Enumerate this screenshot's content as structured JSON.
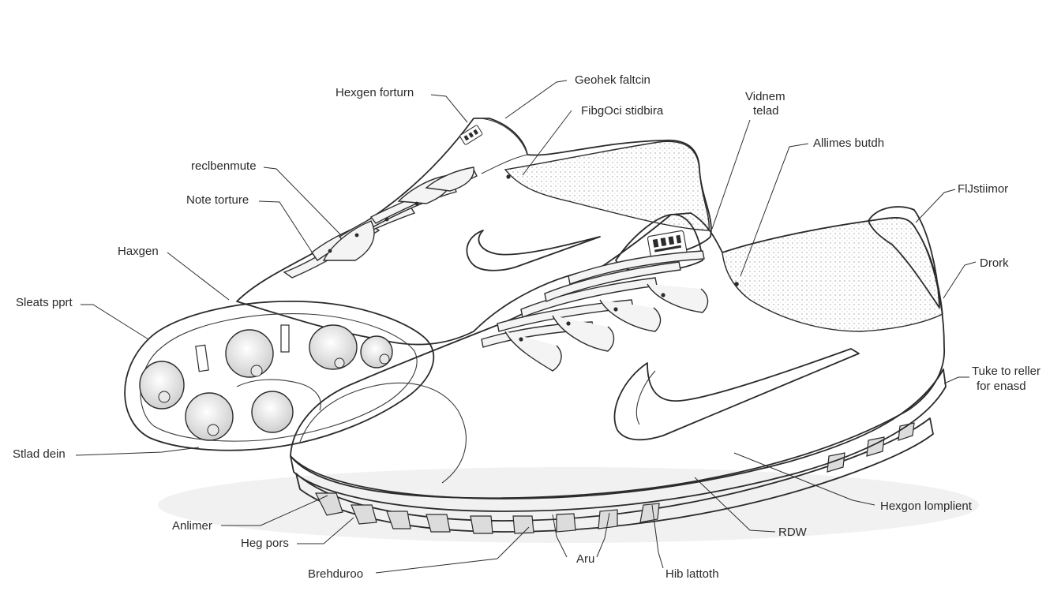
{
  "labels": {
    "hexgen_forturn": "Hexgen forturn",
    "geohek_faltcin": "Geohek faltcin",
    "fibgoci_stidbira": "FibgOci stidbira",
    "vidnem_telad_1": "Vidnem",
    "vidnem_telad_2": "telad",
    "allimes_butdh": "Allimes butdh",
    "flstiimor": "FlJstiimor",
    "reclbenmute": "reclbenmute",
    "note_torture": "Note torture",
    "haxgen": "Haxgen",
    "sleats_port": "Sleats pprt",
    "drork": "Drork",
    "tuke_roller_1": "Tuke to reller",
    "tuke_roller_2": "for enasd",
    "stlad_dein": "Stlad dein",
    "hexgon_lomplient": "Hexgon lomplient",
    "anlimer": "Anlimer",
    "heg_pors": "Heg pors",
    "rdw": "RDW",
    "aru": "Aru",
    "brehduroo": "Brehduroo",
    "hib_lattoth": "Hib lattoth"
  },
  "colors": {
    "ink": "#2b2b2b",
    "paper": "#ffffff",
    "shade": "#e6e6e6"
  }
}
